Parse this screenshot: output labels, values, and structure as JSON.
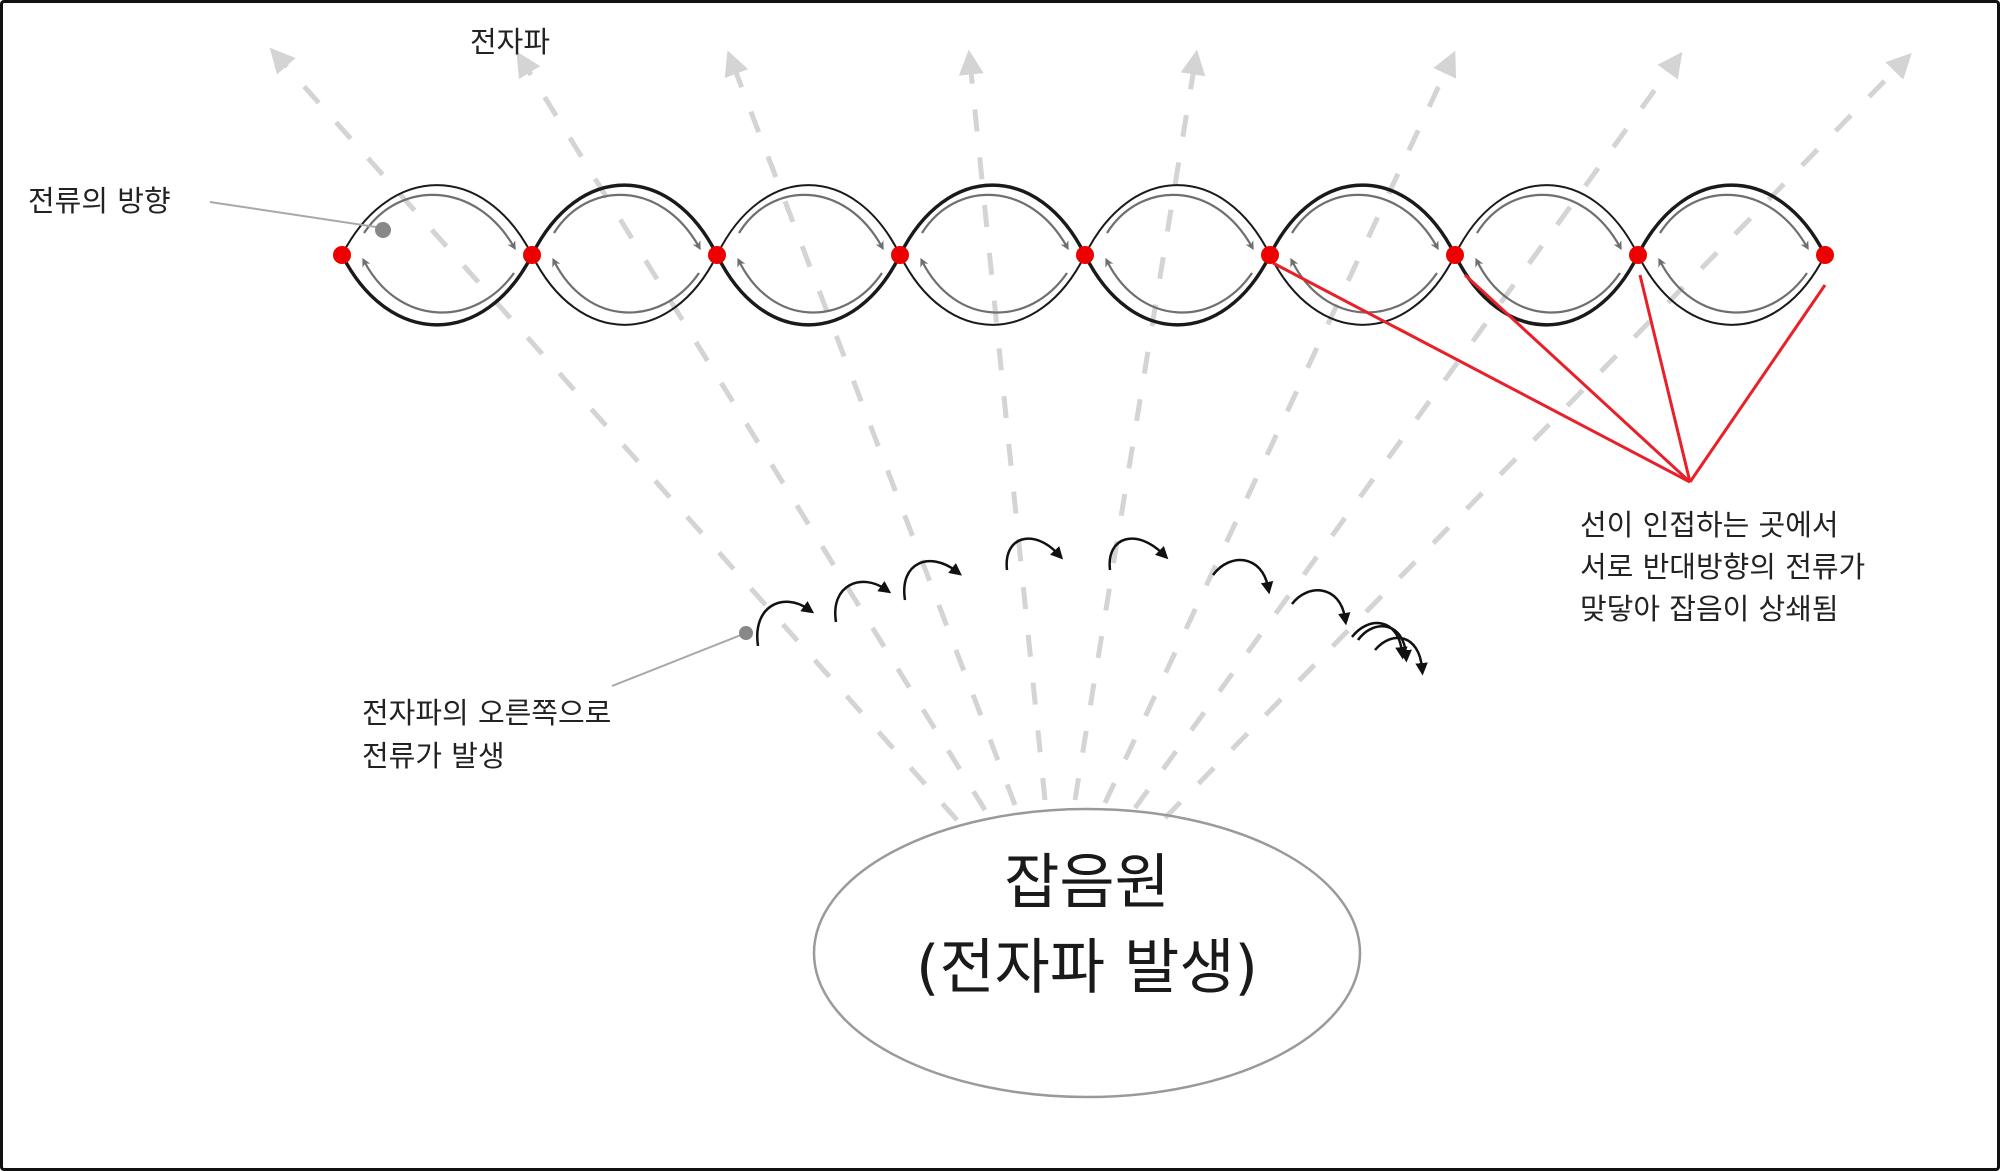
{
  "labels": {
    "em_wave": "전자파",
    "current_direction": "전류의 방향",
    "cancel_line1": "선이 인접하는 곳에서",
    "cancel_line2": "서로 반대방향의 전류가",
    "cancel_line3": "맞닿아 잡음이 상쇄됨",
    "right_current_line1": "전자파의 오른쪽으로",
    "right_current_line2": "전류가 발생",
    "noise_source_line1": "잡음원",
    "noise_source_line2": "(전자파 발생)"
  },
  "colors": {
    "twist_line": "#1a1a1a",
    "current_arrow": "#6f6f6f",
    "contact_point": "#ee0000",
    "cancel_line": "#e8202a",
    "wave_ray": "#d4d4d4",
    "pointer_line": "#a8a8a8",
    "pointer_dot": "#888888",
    "ellipse_stroke": "#9a9a9a",
    "frame": "#111111"
  },
  "twist_pair": {
    "segments": 8,
    "contact_points": 9
  },
  "wave_rays": 8,
  "induced_current_arrows": 10
}
